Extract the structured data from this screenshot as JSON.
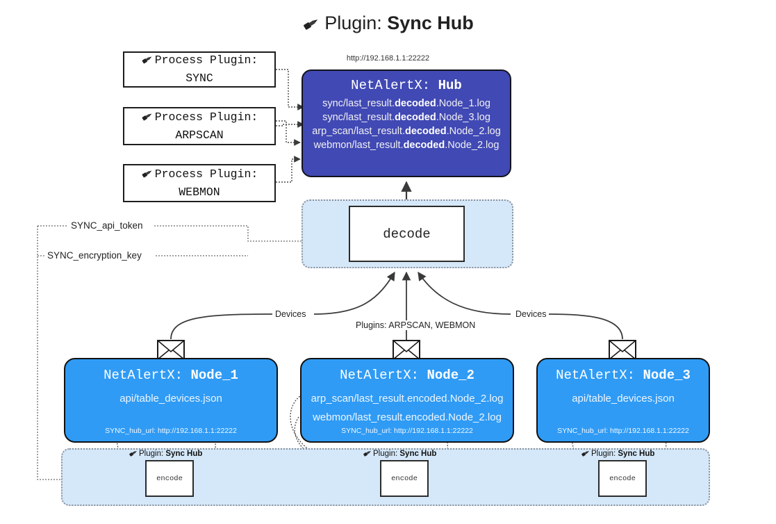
{
  "header": {
    "icon": "plug-icon",
    "prefix": "Plugin:",
    "title": "Sync Hub",
    "hub_url": "http://192.168.1.1:22222"
  },
  "process_plugins": [
    {
      "label": "Process Plugin:",
      "name": "SYNC",
      "icon": "plug-icon"
    },
    {
      "label": "Process Plugin:",
      "name": "ARPSCAN",
      "icon": "plug-icon"
    },
    {
      "label": "Process Plugin:",
      "name": "WEBMON",
      "icon": "plug-icon"
    }
  ],
  "hub": {
    "prefix": "NetAlertX:",
    "name": "Hub",
    "logs": [
      {
        "pre": "sync/last_result.",
        "em": "decoded",
        "post": ".Node_1.log"
      },
      {
        "pre": "sync/last_result.",
        "em": "decoded",
        "post": ".Node_3.log"
      },
      {
        "pre": "arp_scan/last_result.",
        "em": "decoded",
        "post": ".Node_2.log"
      },
      {
        "pre": "webmon/last_result.",
        "em": "decoded",
        "post": ".Node_2.log"
      }
    ]
  },
  "decode": {
    "label": "decode"
  },
  "config": {
    "api_token": "SYNC_api_token",
    "encryption_key": "SYNC_encryption_key"
  },
  "edges": {
    "devices_left": "Devices",
    "devices_right": "Devices",
    "plugins_center": "Plugins: ARPSCAN, WEBMON"
  },
  "nodes": [
    {
      "prefix": "NetAlertX:",
      "name": "Node_1",
      "lines": [
        "api/table_devices.json"
      ],
      "footer": "SYNC_hub_url: http://192.168.1.1:22222"
    },
    {
      "prefix": "NetAlertX:",
      "name": "Node_2",
      "lines": [
        "arp_scan/last_result.encoded.Node_2.log",
        "webmon/last_result.encoded.Node_2.log"
      ],
      "footer": "SYNC_hub_url: http://192.168.1.1:22222"
    },
    {
      "prefix": "NetAlertX:",
      "name": "Node_3",
      "lines": [
        "api/table_devices.json"
      ],
      "footer": "SYNC_hub_url: http://192.168.1.1:22222"
    }
  ],
  "encoders": [
    {
      "plugin_prefix": "Plugin:",
      "plugin_name": "Sync Hub",
      "label": "encode",
      "icon": "plug-icon"
    },
    {
      "plugin_prefix": "Plugin:",
      "plugin_name": "Sync Hub",
      "label": "encode",
      "icon": "plug-icon"
    },
    {
      "plugin_prefix": "Plugin:",
      "plugin_name": "Sync Hub",
      "label": "encode",
      "icon": "plug-icon"
    }
  ],
  "colors": {
    "hub_bg": "#4149b4",
    "node_bg": "#2f9bf5",
    "container_bg": "#d5e8f9",
    "line": "#3a3a3a",
    "background": "#ffffff"
  }
}
